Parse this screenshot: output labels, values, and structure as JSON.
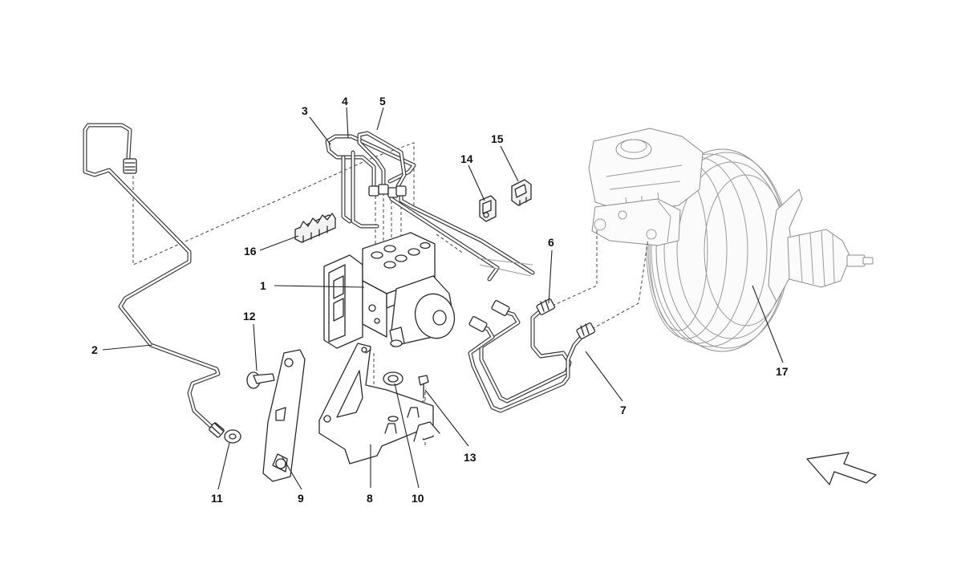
{
  "callouts": [
    {
      "id": "1",
      "text": "1"
    },
    {
      "id": "2",
      "text": "2"
    },
    {
      "id": "3",
      "text": "3"
    },
    {
      "id": "4",
      "text": "4"
    },
    {
      "id": "5",
      "text": "5"
    },
    {
      "id": "6",
      "text": "6"
    },
    {
      "id": "7",
      "text": "7"
    },
    {
      "id": "8",
      "text": "8"
    },
    {
      "id": "9",
      "text": "9"
    },
    {
      "id": "10",
      "text": "10"
    },
    {
      "id": "11",
      "text": "11"
    },
    {
      "id": "12",
      "text": "12"
    },
    {
      "id": "13",
      "text": "13"
    },
    {
      "id": "14",
      "text": "14"
    },
    {
      "id": "15",
      "text": "15"
    },
    {
      "id": "16",
      "text": "16"
    },
    {
      "id": "17",
      "text": "17"
    }
  ],
  "colors": {
    "line": "#2a2a2a",
    "ghost": "#9a9a9a",
    "background": "#ffffff"
  },
  "icons": {
    "direction": "front-direction-arrow-icon"
  }
}
